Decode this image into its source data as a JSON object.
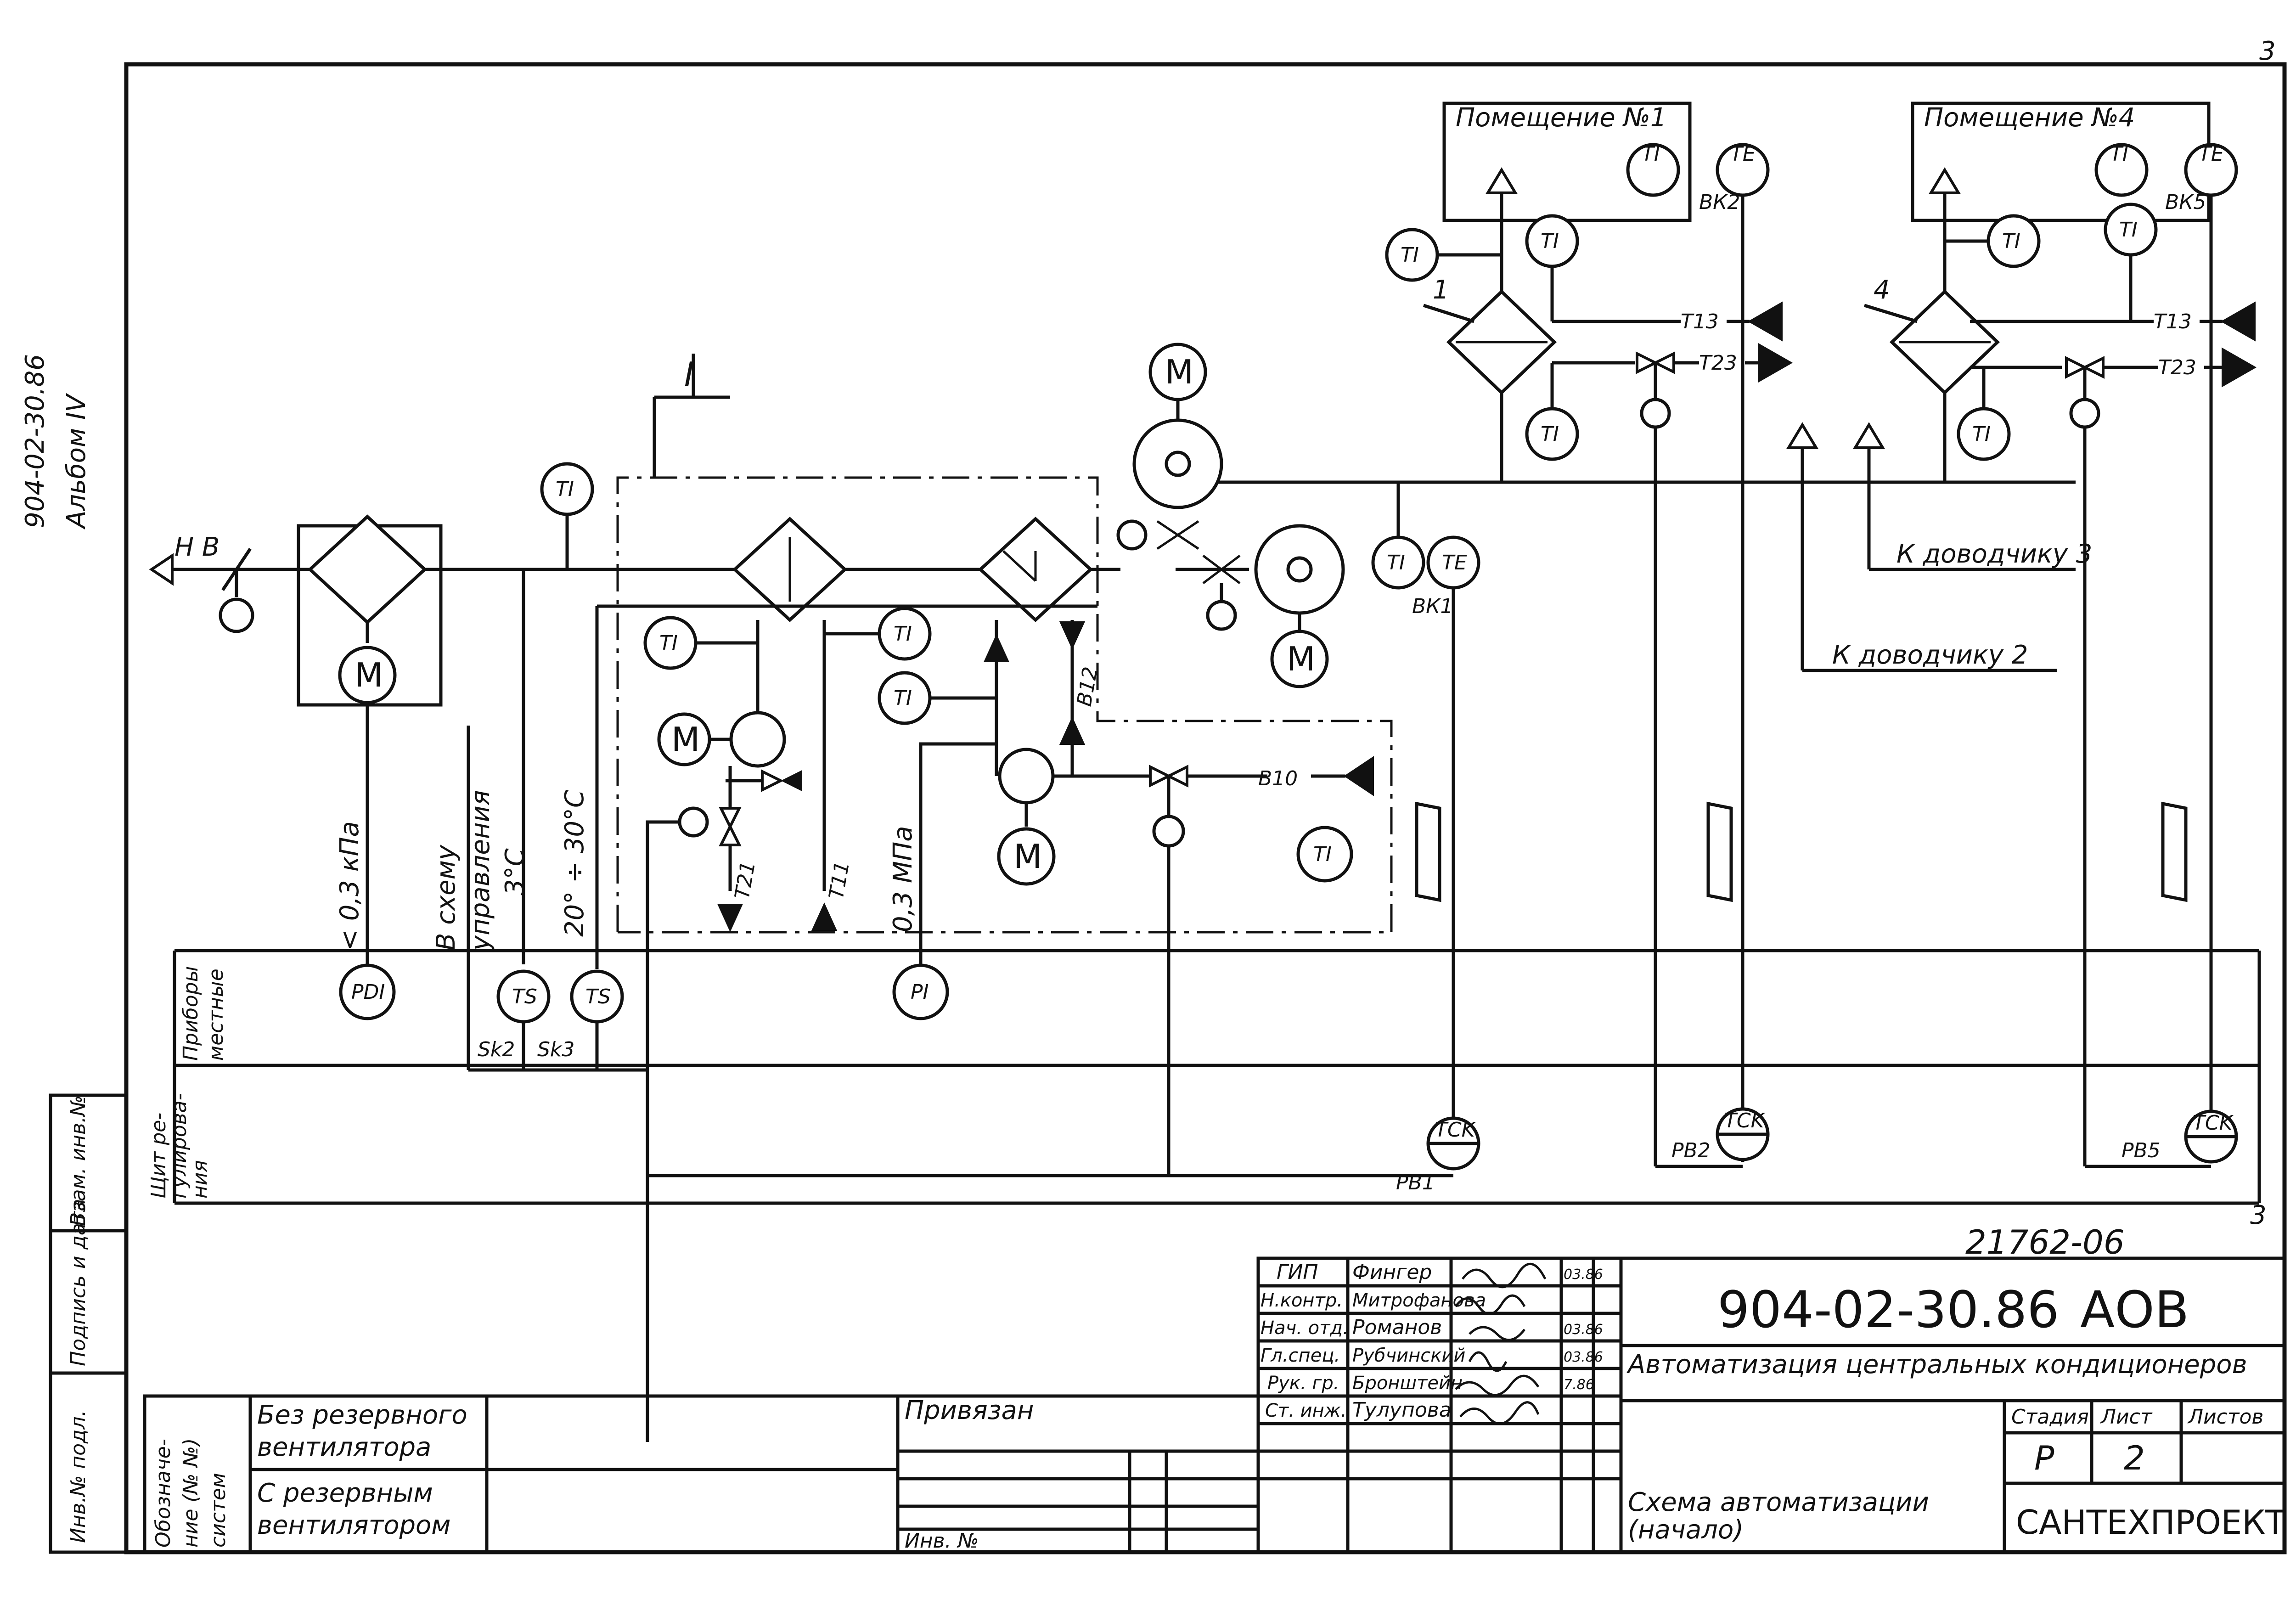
{
  "sheet_number": "3",
  "album": {
    "code": "904-02-30.86",
    "volume": "Альбом IV"
  },
  "rooms": [
    {
      "label": "Помещение №1",
      "instruments": [
        "TI",
        "TE"
      ],
      "tag": "ВК2"
    },
    {
      "label": "Помещение №4",
      "instruments": [
        "TI",
        "TE"
      ],
      "tag": "ВК5"
    }
  ],
  "process": {
    "inlet": "Н В",
    "section": "I",
    "unit1": "1",
    "unit4": "4",
    "t13": "Т13",
    "t23": "Т23",
    "to_closer3": "К доводчику 3",
    "to_closer2": "К доводчику  2",
    "fan_tag": "ВК1",
    "b10": "В10",
    "b12": "В12",
    "t21": "Т21",
    "t11": "Т11",
    "motor": "M"
  },
  "labels": {
    "ti": "TI",
    "te": "TE",
    "pdi": "PDI",
    "ts": "TS",
    "pi": "PI",
    "tck": "TCK",
    "pressure_dp": "< 0,3 кПа",
    "to_control_1": "В схему",
    "to_control_2": "управления",
    "to_control_3": "3°С",
    "temp_range": "20° ÷ 30°С",
    "pressure_mpa": "0,3 МПа",
    "sk2": "Sk2",
    "sk3": "Sk3",
    "pb1": "РВ1",
    "pb2": "РВ2",
    "pb5": "РВ5"
  },
  "rows": {
    "local_1": "Приборы",
    "local_2": "местные",
    "panel_1": "Щит ре-",
    "panel_2": "гулирова-",
    "panel_3": "ния"
  },
  "side_stamp": [
    "Инв.№ подл.",
    "Подпись и дата",
    "Взам. инв.№"
  ],
  "title_block": {
    "drawing_no": "21762-06",
    "document_code": "904-02-30.86",
    "mark": "АОВ",
    "title": "Автоматизация центральных кондиционеров",
    "sheet_title_1": "Схема автоматизации",
    "sheet_title_2": "(начало)",
    "organization": "САНТЕХПРОЕКТ",
    "stage_header": "Стадия",
    "sheet_header": "Лист",
    "sheets_header": "Листов",
    "stage": "Р",
    "sheet": "2",
    "bound": "Привязан",
    "inv_no": "Инв. №",
    "signatures": [
      {
        "role": "ГИП",
        "name": "Фингер",
        "date": "03.86"
      },
      {
        "role": "Н.контр.",
        "name": "Митрофанова",
        "date": ""
      },
      {
        "role": "Нач. отд.",
        "name": "Романов",
        "date": "03.86"
      },
      {
        "role": "Гл.спец.",
        "name": "Рубчинский",
        "date": "03.86"
      },
      {
        "role": "Рук. гр.",
        "name": "Бронштейн",
        "date": "7.86"
      },
      {
        "role": "Ст. инж.",
        "name": "Тулупова",
        "date": ""
      }
    ],
    "designation_header_1": "Обозначе-",
    "designation_header_2": "ние (№ №)",
    "designation_header_3": "систем",
    "variant_a_1": "Без резервного",
    "variant_a_2": "вентилятора",
    "variant_b_1": "С резервным",
    "variant_b_2": "вентилятором"
  }
}
